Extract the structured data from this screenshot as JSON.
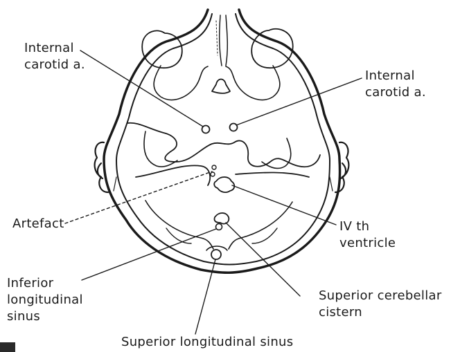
{
  "labels": {
    "internal_carotid_left": [
      "Internal",
      "carotid a."
    ],
    "internal_carotid_right": [
      "Internal",
      "carotid  a."
    ],
    "artefact": "Artefact",
    "fourth_ventricle": [
      "IV th",
      "ventricle"
    ],
    "inferior_longitudinal_sinus": [
      "Inferior",
      "longitudinal",
      "sinus"
    ],
    "superior_cerebellar_cistern": [
      "Superior  cerebellar",
      "cistern"
    ],
    "superior_longitudinal_sinus": "Superior longitudinal sinus"
  },
  "colors": {
    "ink": "#1a1a1a",
    "paper": "#ffffff"
  }
}
